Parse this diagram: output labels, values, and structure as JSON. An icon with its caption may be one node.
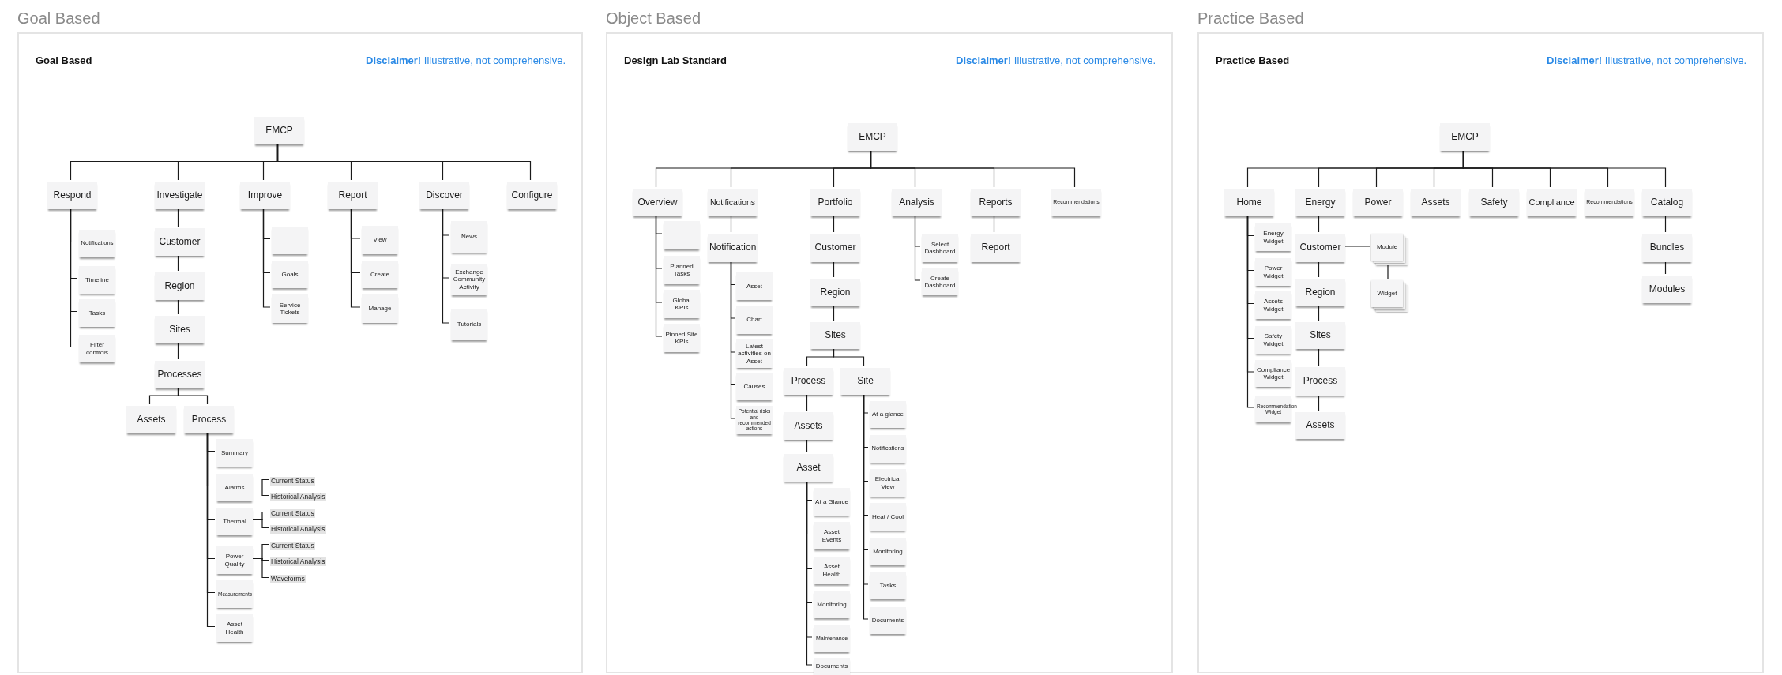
{
  "diagram": {
    "nodes": [
      {
        "text": [
          "Goal Based",
          "Goal Based",
          "**Disclaimer!** Illustrative, not comprehensive."
        ]
      },
      {
        "text": [
          "EMCP"
        ],
        "in": 0
      },
      {
        "text": [
          "Respond"
        ],
        "in": 0
      },
      {
        "text": [
          "Investigate"
        ],
        "in": 0
      },
      {
        "text": [
          "Improve"
        ],
        "in": 0
      },
      {
        "text": [
          "Report"
        ],
        "in": 0
      },
      {
        "text": [
          "Discover"
        ],
        "in": 0
      },
      {
        "text": [
          "Configure"
        ],
        "in": 0
      },
      {
        "text": [
          "Notifications"
        ],
        "in": 0
      },
      {
        "text": [
          "Timeline"
        ],
        "in": 0
      },
      {
        "text": [
          "Tasks"
        ],
        "in": 0
      },
      {
        "text": [
          "Filter controls"
        ],
        "in": 0
      },
      {
        "text": [
          "Customer"
        ],
        "in": 0
      },
      {
        "text": [
          "Region"
        ],
        "in": 0
      },
      {
        "text": [
          "Sites"
        ],
        "in": 0
      },
      {
        "text": [
          "Processes"
        ],
        "in": 0
      },
      {
        "text": [
          "Assets"
        ],
        "in": 0
      },
      {
        "text": [
          "Process"
        ],
        "in": 0
      },
      {
        "text": [
          "Summary"
        ],
        "in": 0
      },
      {
        "text": [
          "Alarms"
        ],
        "in": 0
      },
      {
        "text": [
          "Current Status"
        ],
        "in": 0
      },
      {
        "text": [
          "Historical Analysis"
        ],
        "in": 0
      },
      {
        "text": [
          "Thermal"
        ],
        "in": 0
      },
      {
        "text": [
          "Current Status"
        ],
        "in": 0
      },
      {
        "text": [
          "Historical Analysis"
        ],
        "in": 0
      },
      {
        "text": [
          "Power Quality"
        ],
        "in": 0
      },
      {
        "text": [
          "Current Status"
        ],
        "in": 0
      },
      {
        "text": [
          "Historical Analysis"
        ],
        "in": 0
      },
      {
        "text": [
          "Waveforms"
        ],
        "in": 0
      },
      {
        "text": [
          "Measurements"
        ],
        "in": 0
      },
      {
        "text": [
          "Asset Health"
        ],
        "in": 0
      },
      {
        "text": [],
        "shape": "box",
        "in": 0
      },
      {
        "text": [
          "Goals"
        ],
        "in": 0
      },
      {
        "text": [
          "Service Tickets"
        ],
        "in": 0
      },
      {
        "text": [
          "View"
        ],
        "in": 0
      },
      {
        "text": [
          "Create"
        ],
        "in": 0
      },
      {
        "text": [
          "Manage"
        ],
        "in": 0
      },
      {
        "text": [
          "News"
        ],
        "in": 0
      },
      {
        "text": [
          "Exchange Community Activity"
        ],
        "in": 0
      },
      {
        "text": [
          "Tutorials"
        ],
        "in": 0
      },
      {
        "text": [
          "Object Based",
          "Design Lab Standard",
          "**Disclaimer!** Illustrative, not comprehensive."
        ]
      },
      {
        "text": [
          "EMCP"
        ],
        "in": 40
      },
      {
        "text": [
          "Overview"
        ],
        "in": 40
      },
      {
        "text": [
          "Notifications"
        ],
        "in": 40
      },
      {
        "text": [
          "Portfolio"
        ],
        "in": 40
      },
      {
        "text": [
          "Analysis"
        ],
        "in": 40
      },
      {
        "text": [
          "Reports"
        ],
        "in": 40
      },
      {
        "text": [
          "Recommendations"
        ],
        "in": 40
      },
      {
        "text": [],
        "shape": "box",
        "in": 40
      },
      {
        "text": [
          "Planned Tasks"
        ],
        "in": 40
      },
      {
        "text": [
          "Global KPIs"
        ],
        "in": 40
      },
      {
        "text": [
          "Pinned Site KPIs"
        ],
        "in": 40
      },
      {
        "text": [
          "Notification"
        ],
        "in": 40
      },
      {
        "text": [
          "Asset"
        ],
        "in": 40
      },
      {
        "text": [
          "Chart"
        ],
        "in": 40
      },
      {
        "text": [
          "Latest activities on Asset"
        ],
        "in": 40
      },
      {
        "text": [
          "Causes"
        ],
        "in": 40
      },
      {
        "text": [
          "Potential risks and recommended actions"
        ],
        "in": 40
      },
      {
        "text": [
          "Customer"
        ],
        "in": 40
      },
      {
        "text": [
          "Region"
        ],
        "in": 40
      },
      {
        "text": [
          "Sites"
        ],
        "in": 40
      },
      {
        "text": [
          "Process"
        ],
        "in": 40
      },
      {
        "text": [
          "Site"
        ],
        "in": 40
      },
      {
        "text": [
          "Assets"
        ],
        "in": 40
      },
      {
        "text": [
          "Asset"
        ],
        "in": 40
      },
      {
        "text": [
          "At a Glance"
        ],
        "in": 40
      },
      {
        "text": [
          "Asset Events"
        ],
        "in": 40
      },
      {
        "text": [
          "Asset Health"
        ],
        "in": 40
      },
      {
        "text": [
          "Monitoring"
        ],
        "in": 40
      },
      {
        "text": [
          "Maintenance"
        ],
        "in": 40
      },
      {
        "text": [
          "Documents"
        ],
        "in": 40
      },
      {
        "text": [
          "At a glance"
        ],
        "in": 40
      },
      {
        "text": [
          "Notifications"
        ],
        "in": 40
      },
      {
        "text": [
          "Electrical View"
        ],
        "in": 40
      },
      {
        "text": [
          "Heat / Cool"
        ],
        "in": 40
      },
      {
        "text": [
          "Monitoring"
        ],
        "in": 40
      },
      {
        "text": [
          "Tasks"
        ],
        "in": 40
      },
      {
        "text": [
          "Documents"
        ],
        "in": 40
      },
      {
        "text": [
          "Select Dashboard"
        ],
        "in": 40
      },
      {
        "text": [
          "Create Dashboard"
        ],
        "in": 40
      },
      {
        "text": [
          "Report"
        ],
        "in": 40
      },
      {
        "text": [
          "Practice Based",
          "Practice Based",
          "**Disclaimer!** Illustrative, not comprehensive."
        ]
      },
      {
        "text": [
          "EMCP"
        ],
        "in": 81
      },
      {
        "text": [
          "Home"
        ],
        "in": 81
      },
      {
        "text": [
          "Energy"
        ],
        "in": 81
      },
      {
        "text": [
          "Power"
        ],
        "in": 81
      },
      {
        "text": [
          "Assets"
        ],
        "in": 81
      },
      {
        "text": [
          "Safety"
        ],
        "in": 81
      },
      {
        "text": [
          "Compliance"
        ],
        "in": 81
      },
      {
        "text": [
          "Recommendations"
        ],
        "in": 81
      },
      {
        "text": [
          "Catalog"
        ],
        "in": 81
      },
      {
        "text": [
          "Energy Widget"
        ],
        "in": 81
      },
      {
        "text": [
          "Power Widget"
        ],
        "in": 81
      },
      {
        "text": [
          "Assets Widget"
        ],
        "in": 81
      },
      {
        "text": [
          "Safety Widget"
        ],
        "in": 81
      },
      {
        "text": [
          "Compliance Widget"
        ],
        "in": 81
      },
      {
        "text": [
          "Recommendation Widget"
        ],
        "in": 81
      },
      {
        "text": [
          "Customer"
        ],
        "in": 81
      },
      {
        "text": [
          "Region"
        ],
        "in": 81
      },
      {
        "text": [
          "Sites"
        ],
        "in": 81
      },
      {
        "text": [
          "Process"
        ],
        "in": 81
      },
      {
        "text": [
          "Assets"
        ],
        "in": 81
      },
      {
        "text": [
          "Module"
        ],
        "in": 81
      },
      {
        "text": [
          "Widget"
        ],
        "in": 81
      },
      {
        "text": [
          "Bundles"
        ],
        "in": 81
      },
      {
        "text": [
          "Modules"
        ],
        "in": 81
      }
    ],
    "edges": [
      {
        "from": 1,
        "to": 2,
        "arrow": "none"
      },
      {
        "from": 1,
        "to": 3,
        "arrow": "none"
      },
      {
        "from": 1,
        "to": 4,
        "arrow": "none"
      },
      {
        "from": 1,
        "to": 5,
        "arrow": "none"
      },
      {
        "from": 1,
        "to": 6,
        "arrow": "none"
      },
      {
        "from": 1,
        "to": 7,
        "arrow": "none"
      },
      {
        "from": 2,
        "to": 8,
        "arrow": "none"
      },
      {
        "from": 2,
        "to": 9,
        "arrow": "none"
      },
      {
        "from": 2,
        "to": 10,
        "arrow": "none"
      },
      {
        "from": 2,
        "to": 11,
        "arrow": "none"
      },
      {
        "from": 3,
        "to": 12,
        "arrow": "none"
      },
      {
        "from": 12,
        "to": 13,
        "arrow": "none"
      },
      {
        "from": 13,
        "to": 14,
        "arrow": "none"
      },
      {
        "from": 14,
        "to": 15,
        "arrow": "none"
      },
      {
        "from": 15,
        "to": 16,
        "arrow": "none"
      },
      {
        "from": 15,
        "to": 17,
        "arrow": "none"
      },
      {
        "from": 17,
        "to": 18,
        "arrow": "none"
      },
      {
        "from": 17,
        "to": 19,
        "arrow": "none"
      },
      {
        "from": 17,
        "to": 22,
        "arrow": "none"
      },
      {
        "from": 17,
        "to": 25,
        "arrow": "none"
      },
      {
        "from": 17,
        "to": 29,
        "arrow": "none"
      },
      {
        "from": 17,
        "to": 30,
        "arrow": "none"
      },
      {
        "from": 19,
        "to": 20,
        "arrow": "none"
      },
      {
        "from": 19,
        "to": 21,
        "arrow": "none"
      },
      {
        "from": 22,
        "to": 23,
        "arrow": "none"
      },
      {
        "from": 22,
        "to": 24,
        "arrow": "none"
      },
      {
        "from": 25,
        "to": 26,
        "arrow": "none"
      },
      {
        "from": 25,
        "to": 27,
        "arrow": "none"
      },
      {
        "from": 25,
        "to": 28,
        "arrow": "none"
      },
      {
        "from": 4,
        "to": 31,
        "arrow": "none"
      },
      {
        "from": 4,
        "to": 32,
        "arrow": "none"
      },
      {
        "from": 4,
        "to": 33,
        "arrow": "none"
      },
      {
        "from": 5,
        "to": 34,
        "arrow": "none"
      },
      {
        "from": 5,
        "to": 35,
        "arrow": "none"
      },
      {
        "from": 5,
        "to": 36,
        "arrow": "none"
      },
      {
        "from": 6,
        "to": 37,
        "arrow": "none"
      },
      {
        "from": 6,
        "to": 38,
        "arrow": "none"
      },
      {
        "from": 6,
        "to": 39,
        "arrow": "none"
      },
      {
        "from": 41,
        "to": 42,
        "arrow": "none"
      },
      {
        "from": 41,
        "to": 43,
        "arrow": "none"
      },
      {
        "from": 41,
        "to": 44,
        "arrow": "none"
      },
      {
        "from": 41,
        "to": 45,
        "arrow": "none"
      },
      {
        "from": 41,
        "to": 46,
        "arrow": "none"
      },
      {
        "from": 41,
        "to": 47,
        "arrow": "none"
      },
      {
        "from": 42,
        "to": 48,
        "arrow": "none"
      },
      {
        "from": 42,
        "to": 49,
        "arrow": "none"
      },
      {
        "from": 42,
        "to": 50,
        "arrow": "none"
      },
      {
        "from": 42,
        "to": 51,
        "arrow": "none"
      },
      {
        "from": 43,
        "to": 52,
        "arrow": "none"
      },
      {
        "from": 52,
        "to": 53,
        "arrow": "none"
      },
      {
        "from": 52,
        "to": 54,
        "arrow": "none"
      },
      {
        "from": 52,
        "to": 55,
        "arrow": "none"
      },
      {
        "from": 52,
        "to": 56,
        "arrow": "none"
      },
      {
        "from": 52,
        "to": 57,
        "arrow": "none"
      },
      {
        "from": 44,
        "to": 58,
        "arrow": "none"
      },
      {
        "from": 58,
        "to": 59,
        "arrow": "none"
      },
      {
        "from": 59,
        "to": 60,
        "arrow": "none"
      },
      {
        "from": 60,
        "to": 61,
        "arrow": "none"
      },
      {
        "from": 60,
        "to": 62,
        "arrow": "none"
      },
      {
        "from": 61,
        "to": 63,
        "arrow": "none"
      },
      {
        "from": 63,
        "to": 64,
        "arrow": "none"
      },
      {
        "from": 64,
        "to": 65,
        "arrow": "none"
      },
      {
        "from": 64,
        "to": 66,
        "arrow": "none"
      },
      {
        "from": 64,
        "to": 67,
        "arrow": "none"
      },
      {
        "from": 64,
        "to": 68,
        "arrow": "none"
      },
      {
        "from": 64,
        "to": 69,
        "arrow": "none"
      },
      {
        "from": 64,
        "to": 70,
        "arrow": "none"
      },
      {
        "from": 62,
        "to": 71,
        "arrow": "none"
      },
      {
        "from": 62,
        "to": 72,
        "arrow": "none"
      },
      {
        "from": 62,
        "to": 73,
        "arrow": "none"
      },
      {
        "from": 62,
        "to": 74,
        "arrow": "none"
      },
      {
        "from": 62,
        "to": 75,
        "arrow": "none"
      },
      {
        "from": 62,
        "to": 76,
        "arrow": "none"
      },
      {
        "from": 62,
        "to": 77,
        "arrow": "none"
      },
      {
        "from": 45,
        "to": 78,
        "arrow": "none"
      },
      {
        "from": 45,
        "to": 79,
        "arrow": "none"
      },
      {
        "from": 46,
        "to": 80,
        "arrow": "none"
      },
      {
        "from": 82,
        "to": 83,
        "arrow": "none"
      },
      {
        "from": 82,
        "to": 84,
        "arrow": "none"
      },
      {
        "from": 82,
        "to": 85,
        "arrow": "none"
      },
      {
        "from": 82,
        "to": 86,
        "arrow": "none"
      },
      {
        "from": 82,
        "to": 87,
        "arrow": "none"
      },
      {
        "from": 82,
        "to": 88,
        "arrow": "none"
      },
      {
        "from": 82,
        "to": 89,
        "arrow": "none"
      },
      {
        "from": 82,
        "to": 90,
        "arrow": "none"
      },
      {
        "from": 83,
        "to": 91,
        "arrow": "none"
      },
      {
        "from": 83,
        "to": 92,
        "arrow": "none"
      },
      {
        "from": 83,
        "to": 93,
        "arrow": "none"
      },
      {
        "from": 83,
        "to": 94,
        "arrow": "none"
      },
      {
        "from": 83,
        "to": 95,
        "arrow": "none"
      },
      {
        "from": 83,
        "to": 96,
        "arrow": "none"
      },
      {
        "from": 84,
        "to": 97,
        "arrow": "none"
      },
      {
        "from": 97,
        "to": 98,
        "arrow": "none"
      },
      {
        "from": 98,
        "to": 99,
        "arrow": "none"
      },
      {
        "from": 99,
        "to": 100,
        "arrow": "none"
      },
      {
        "from": 100,
        "to": 101,
        "arrow": "none"
      },
      {
        "from": 97,
        "to": 102,
        "arrow": "none"
      },
      {
        "from": 102,
        "to": 103,
        "arrow": "none"
      },
      {
        "from": 90,
        "to": 104,
        "arrow": "none"
      },
      {
        "from": 104,
        "to": 105,
        "arrow": "none"
      }
    ]
  }
}
